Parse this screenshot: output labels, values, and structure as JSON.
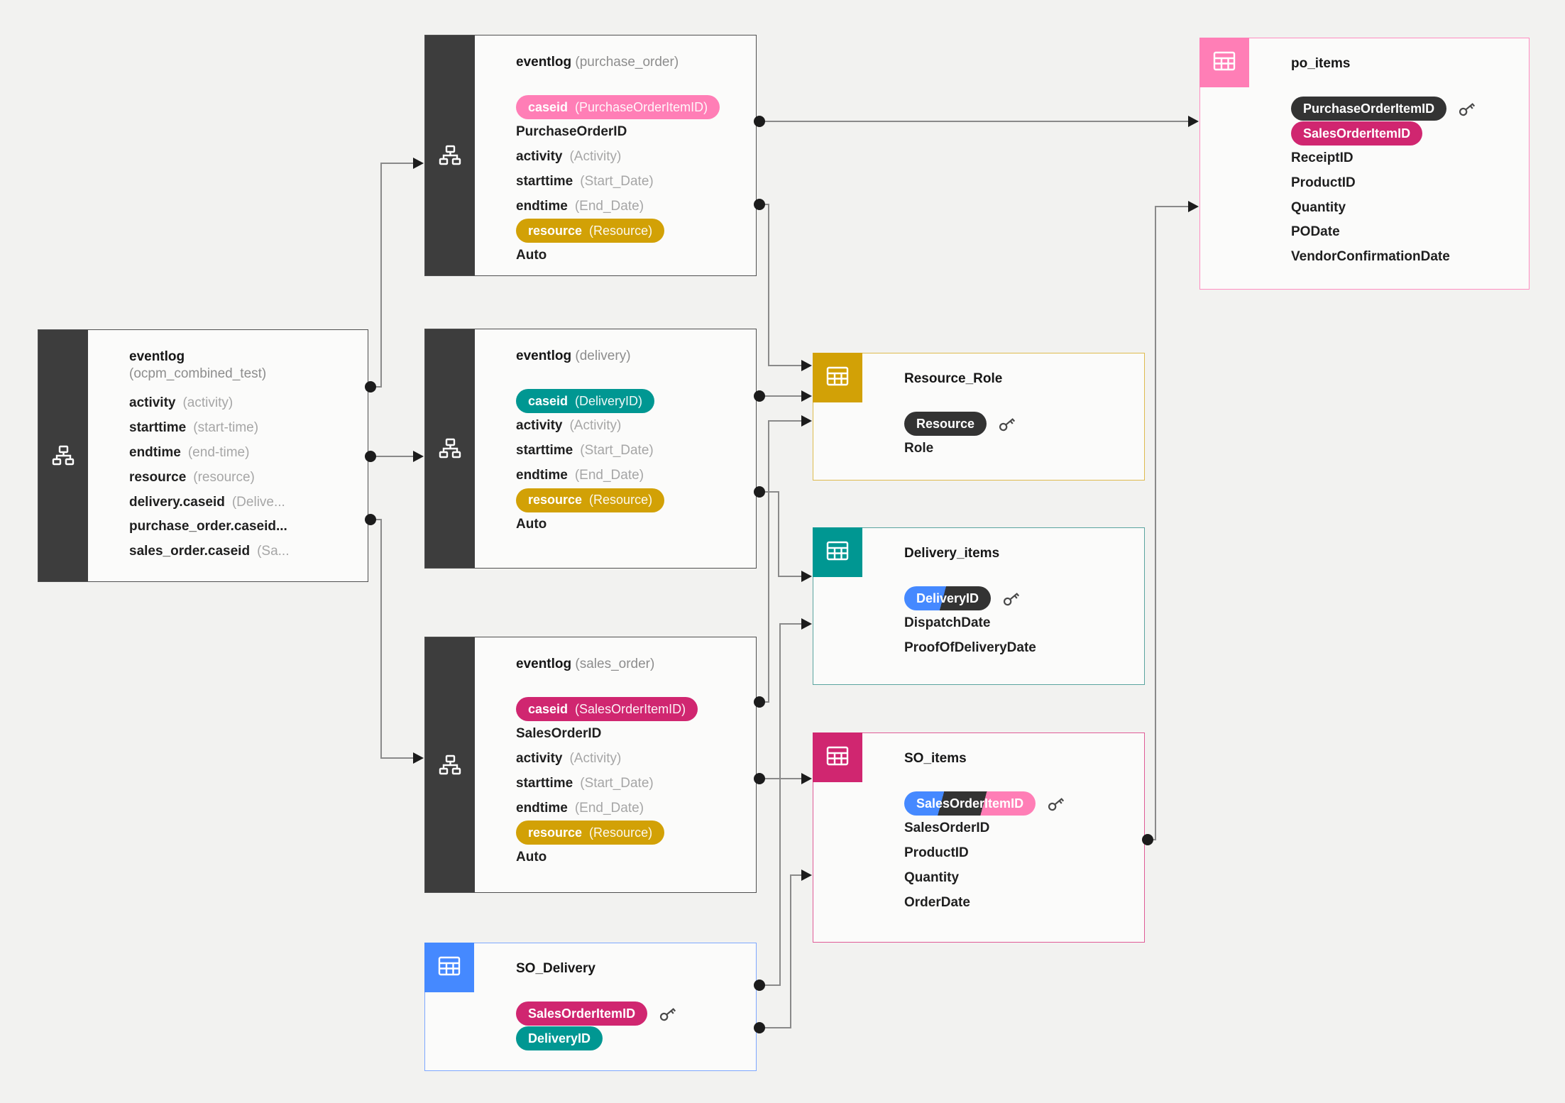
{
  "diagram_type": "data-model entity relationship diagram",
  "colors": {
    "pink": "#ff7eb6",
    "magenta": "#d02670",
    "teal": "#009792",
    "gold": "#d2a106",
    "blue": "#4589ff",
    "dark": "#333333",
    "sidebar": "#3d3d3d",
    "canvas_bg": "#f2f2f0",
    "wire": "#8a8a8a"
  },
  "nodes": {
    "combined": {
      "title": "eventlog",
      "subtitle": "(ocpm_combined_test)",
      "fields": [
        {
          "label": "activity",
          "suffix": "(activity)"
        },
        {
          "label": "starttime",
          "suffix": "(start-time)"
        },
        {
          "label": "endtime",
          "suffix": "(end-time)"
        },
        {
          "label": "resource",
          "suffix": "(resource)"
        },
        {
          "label": "delivery.caseid",
          "suffix": "(Delive..."
        },
        {
          "label": "purchase_order.caseid..."
        },
        {
          "label": "sales_order.caseid",
          "suffix": "(Sa..."
        }
      ]
    },
    "purchase": {
      "title": "eventlog",
      "title_suffix": "(purchase_order)",
      "fields": [
        {
          "label": "caseid",
          "suffix": "(PurchaseOrderItemID)",
          "pill": "pink"
        },
        {
          "label": "PurchaseOrderID"
        },
        {
          "label": "activity",
          "suffix": "(Activity)"
        },
        {
          "label": "starttime",
          "suffix": "(Start_Date)"
        },
        {
          "label": "endtime",
          "suffix": "(End_Date)"
        },
        {
          "label": "resource",
          "suffix": "(Resource)",
          "pill": "gold"
        },
        {
          "label": "Auto"
        }
      ]
    },
    "delivery": {
      "title": "eventlog",
      "title_suffix": "(delivery)",
      "fields": [
        {
          "label": "caseid",
          "suffix": "(DeliveryID)",
          "pill": "teal"
        },
        {
          "label": "activity",
          "suffix": "(Activity)"
        },
        {
          "label": "starttime",
          "suffix": "(Start_Date)"
        },
        {
          "label": "endtime",
          "suffix": "(End_Date)"
        },
        {
          "label": "resource",
          "suffix": "(Resource)",
          "pill": "gold"
        },
        {
          "label": "Auto"
        }
      ]
    },
    "sales": {
      "title": "eventlog",
      "title_suffix": "(sales_order)",
      "fields": [
        {
          "label": "caseid",
          "suffix": "(SalesOrderItemID)",
          "pill": "magenta"
        },
        {
          "label": "SalesOrderID"
        },
        {
          "label": "activity",
          "suffix": "(Activity)"
        },
        {
          "label": "starttime",
          "suffix": "(Start_Date)"
        },
        {
          "label": "endtime",
          "suffix": "(End_Date)"
        },
        {
          "label": "resource",
          "suffix": "(Resource)",
          "pill": "gold"
        },
        {
          "label": "Auto"
        }
      ]
    },
    "so_delivery": {
      "title": "SO_Delivery",
      "fields": [
        {
          "label": "SalesOrderItemID",
          "pill": "magenta",
          "key": true
        },
        {
          "label": "DeliveryID",
          "pill": "teal"
        }
      ]
    },
    "po_items": {
      "title": "po_items",
      "fields": [
        {
          "label": "PurchaseOrderItemID",
          "pill": "dark",
          "key": true
        },
        {
          "label": "SalesOrderItemID",
          "pill": "magenta"
        },
        {
          "label": "ReceiptID"
        },
        {
          "label": "ProductID"
        },
        {
          "label": "Quantity"
        },
        {
          "label": "PODate"
        },
        {
          "label": "VendorConfirmationDate"
        }
      ]
    },
    "resource_role": {
      "title": "Resource_Role",
      "fields": [
        {
          "label": "Resource",
          "pill": "dark",
          "key": true
        },
        {
          "label": "Role"
        }
      ]
    },
    "delivery_items": {
      "title": "Delivery_items",
      "fields": [
        {
          "label": "DeliveryID",
          "pill_segments": [
            "blue",
            "dark"
          ],
          "key": true
        },
        {
          "label": "DispatchDate"
        },
        {
          "label": "ProofOfDeliveryDate"
        }
      ]
    },
    "so_items": {
      "title": "SO_items",
      "fields": [
        {
          "label": "SalesOrderItemID",
          "pill_segments": [
            "blue",
            "dark",
            "pink"
          ],
          "key": true
        },
        {
          "label": "SalesOrderID"
        },
        {
          "label": "ProductID"
        },
        {
          "label": "Quantity"
        },
        {
          "label": "OrderDate"
        }
      ]
    }
  },
  "edges": [
    {
      "from": "eventlog (ocpm_combined_test)",
      "to": "eventlog (purchase_order)"
    },
    {
      "from": "eventlog (ocpm_combined_test)",
      "to": "eventlog (delivery)"
    },
    {
      "from": "eventlog (ocpm_combined_test)",
      "to": "eventlog (sales_order)"
    },
    {
      "from": "eventlog (purchase_order)",
      "to": "po_items"
    },
    {
      "from": "eventlog (purchase_order)",
      "to": "Resource_Role"
    },
    {
      "from": "eventlog (delivery)",
      "to": "Resource_Role"
    },
    {
      "from": "eventlog (delivery)",
      "to": "Delivery_items"
    },
    {
      "from": "eventlog (sales_order)",
      "to": "Resource_Role"
    },
    {
      "from": "eventlog (sales_order)",
      "to": "SO_items"
    },
    {
      "from": "SO_Delivery",
      "to": "Delivery_items"
    },
    {
      "from": "SO_Delivery",
      "to": "SO_items"
    },
    {
      "from": "SO_items",
      "to": "po_items"
    }
  ]
}
